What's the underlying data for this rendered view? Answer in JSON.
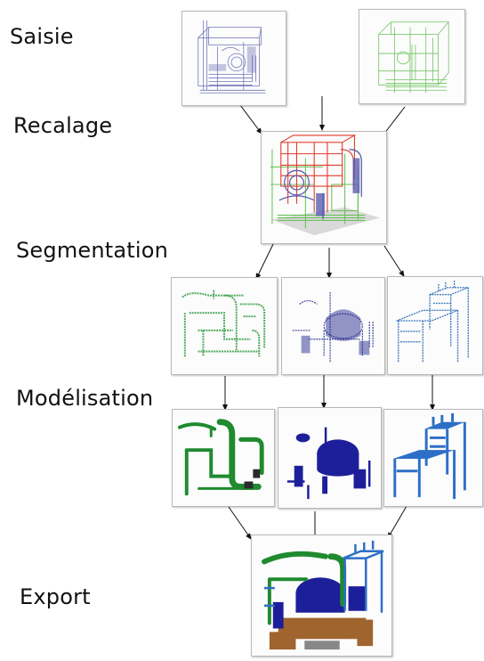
{
  "stages": {
    "saisie": "Saisie",
    "recalage": "Recalage",
    "segmentation": "Segmentation",
    "modelisation": "Modélisation",
    "export": "Export"
  },
  "colors": {
    "scan_blue": "#5a5fae",
    "scan_green": "#5fbf4f",
    "registered_red": "#e03a2a",
    "segment_green": "#2f9a3f",
    "segment_navy": "#2a2f8f",
    "segment_steel": "#2e6fb8",
    "model_green": "#1f8a2e",
    "model_navy": "#1d1f9a",
    "model_blue": "#2d6fc7",
    "export_brown": "#a0642e"
  }
}
